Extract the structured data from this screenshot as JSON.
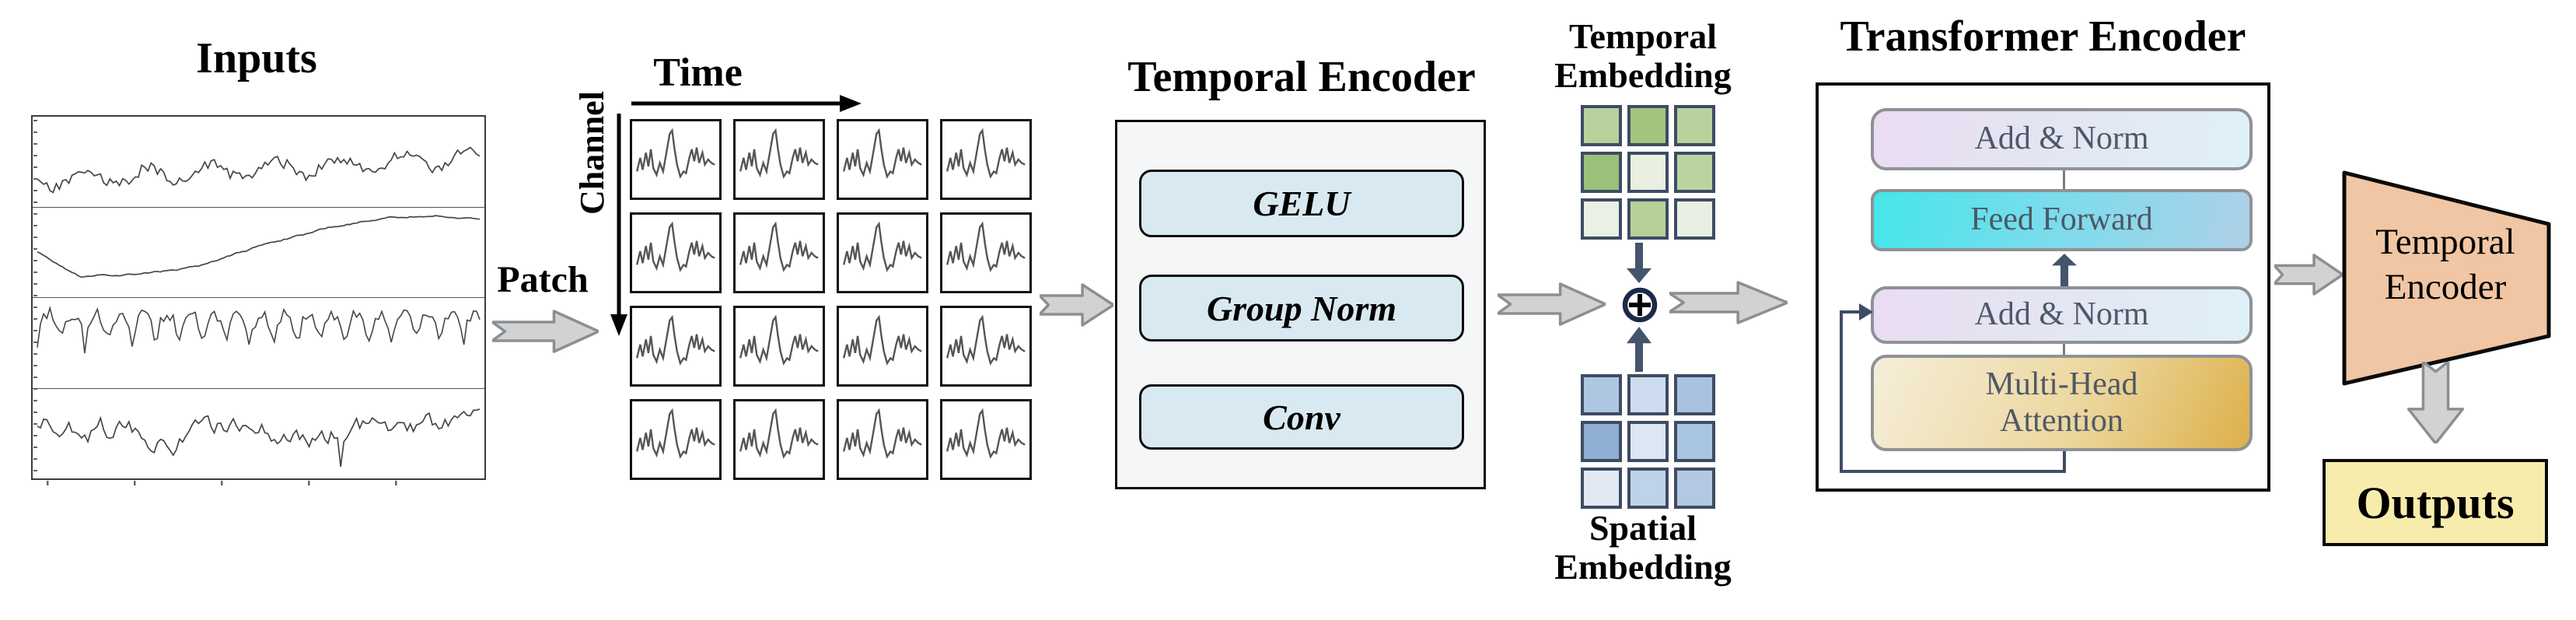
{
  "inputs": {
    "title": "Inputs"
  },
  "patching": {
    "patch_label": "Patch",
    "time_axis_label": "Time",
    "channel_axis_label": "Channel",
    "grid_rows": 4,
    "grid_cols": 4
  },
  "temporal_encoder": {
    "title": "Temporal Encoder",
    "layers": [
      {
        "label": "GELU"
      },
      {
        "label": "Group Norm"
      },
      {
        "label": "Conv"
      }
    ]
  },
  "embedding": {
    "temporal": {
      "label_line1": "Temporal",
      "label_line2": "Embedding",
      "cell_colors": [
        "#b7d19c",
        "#a3c47f",
        "#b8d29d",
        "#9cc07b",
        "#e9efe1",
        "#bad4a1",
        "#eaf0e4",
        "#b5d098",
        "#e9efe2"
      ]
    },
    "spatial": {
      "label_line1": "Spatial",
      "label_line2": "Embedding",
      "cell_colors": [
        "#aec6e1",
        "#cddcee",
        "#a9c2df",
        "#8fafd3",
        "#dce7f3",
        "#a9c4e0",
        "#e0e9f4",
        "#bed2e8",
        "#b3c9e2"
      ]
    },
    "add_operator_icon": "circled-plus",
    "add_operator_symbol": "+"
  },
  "transformer_encoder": {
    "title": "Transformer Encoder",
    "blocks": [
      {
        "label": "Add & Norm"
      },
      {
        "label": "Feed Forward"
      },
      {
        "label": "Add & Norm"
      },
      {
        "label": "Multi-Head Attention"
      }
    ]
  },
  "temporal_encoder_head": {
    "label_line1": "Temporal",
    "label_line2": "Encoder"
  },
  "outputs": {
    "label": "Outputs"
  },
  "colors": {
    "layer_fill": "#d9e9f1",
    "encoder_box_fill": "#f4f6f7",
    "add_norm_gradient": [
      "#eadcf2",
      "#dff0f8"
    ],
    "feed_forward_gradient": [
      "#45e6e9",
      "#aed0e8"
    ],
    "attention_gradient": [
      "#f5eed9",
      "#ddb04a"
    ],
    "trapezoid_fill": "#f0c6a4",
    "outputs_fill": "#f8ecac",
    "embed_cell_border": "#3e4c63",
    "navy_arrow": "#44546c",
    "plus_circle": "#1b2a4a",
    "gray_arrow_fill": "#d2d2d2",
    "gray_arrow_stroke": "#8a8f94"
  }
}
